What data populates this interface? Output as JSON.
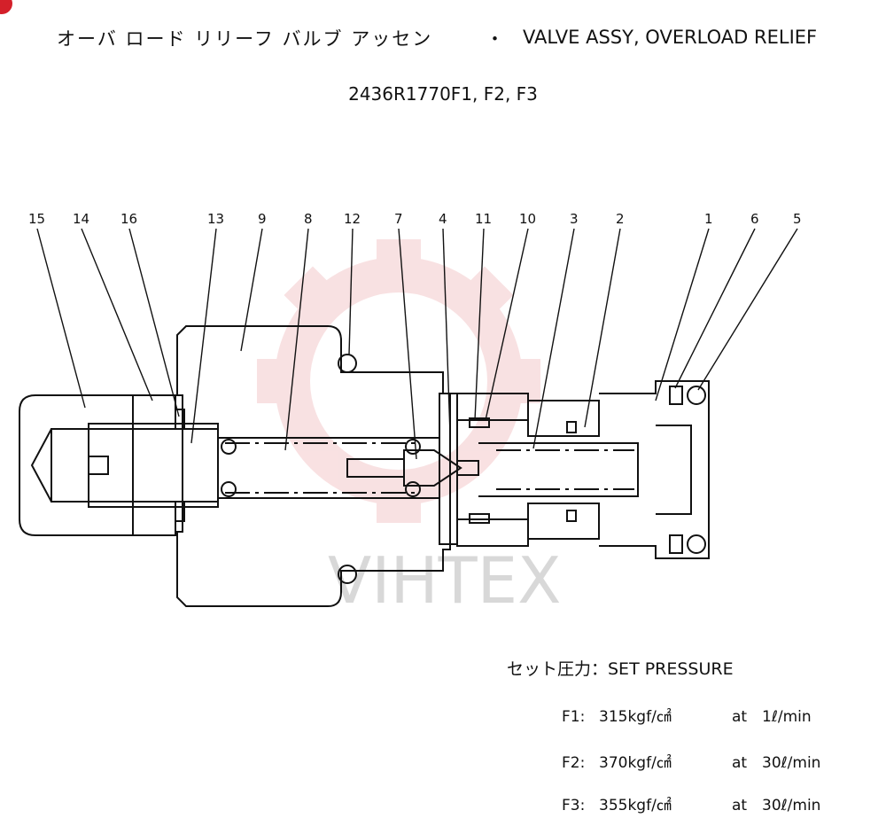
{
  "title_jp": "オーバ ロード リリーフ バルブ アッセン",
  "title_separator": "・",
  "title_en": "VALVE ASSY, OVERLOAD RELIEF",
  "part_numbers": "2436R1770F1, F2, F3",
  "callouts": [
    "15",
    "14",
    "16",
    "13",
    "9",
    "8",
    "12",
    "7",
    "4",
    "11",
    "10",
    "3",
    "2",
    "1",
    "6",
    "5"
  ],
  "watermark": "VIHTEX",
  "set_pressure": {
    "title": "セット圧力：SET PRESSURE",
    "rows": [
      {
        "code": "F1:",
        "pressure": "315kgf/㎠",
        "at": "at",
        "flow": "1ℓ/min"
      },
      {
        "code": "F2:",
        "pressure": "370kgf/㎠",
        "at": "at",
        "flow": "30ℓ/min"
      },
      {
        "code": "F3:",
        "pressure": "355kgf/㎠",
        "at": "at",
        "flow": "30ℓ/min"
      }
    ]
  },
  "colors": {
    "line": "#111111",
    "watermark_red": "#f4c9cb",
    "brand_red": "#d4202a"
  }
}
